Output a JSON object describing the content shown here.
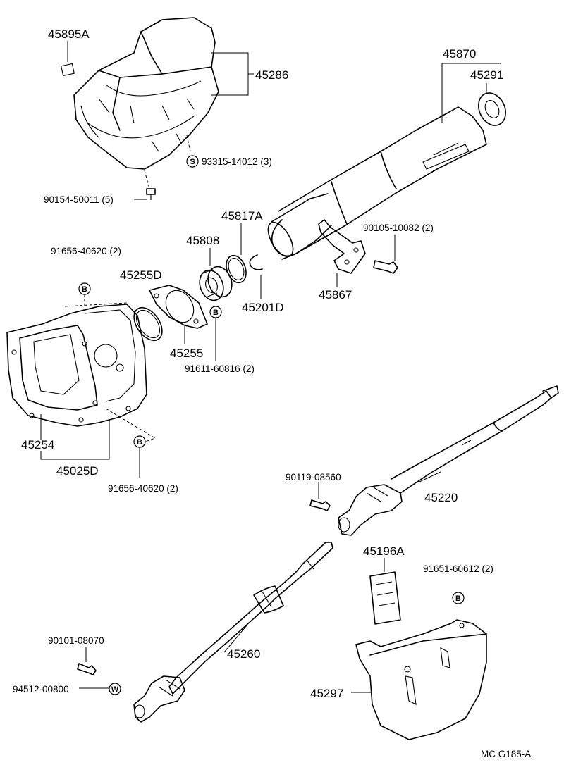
{
  "labels": {
    "p45895A": "45895A",
    "p45286": "45286",
    "p93315": "93315-14012 (3)",
    "p90154": "90154-50011 (5)",
    "p45870": "45870",
    "p45291": "45291",
    "p45817A": "45817A",
    "p45808": "45808",
    "p90105": "90105-10082 (2)",
    "p91656a": "91656-40620 (2)",
    "p45255D": "45255D",
    "p45201D": "45201D",
    "p45867": "45867",
    "p45255": "45255",
    "p91611": "91611-60816 (2)",
    "p45254": "45254",
    "p45025D": "45025D",
    "p91656b": "91656-40620 (2)",
    "p90119": "90119-08560",
    "p45220": "45220",
    "p45196A": "45196A",
    "p91651": "91651-60612 (2)",
    "p90101": "90101-08070",
    "p45260": "45260",
    "p94512": "94512-00800",
    "p45297": "45297",
    "code": "MC  G185-A"
  },
  "symbols": {
    "S": "S",
    "B": "B",
    "W": "W"
  }
}
